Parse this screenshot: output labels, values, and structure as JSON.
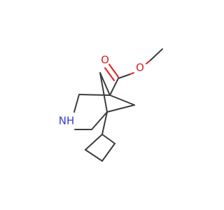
{
  "molecule": {
    "atoms": {
      "carbonyl_oxygen": {
        "label": "O",
        "color": "#e02020"
      },
      "ester_oxygen": {
        "label": "O",
        "color": "#e02020"
      },
      "ring_nitrogen": {
        "label": "NH",
        "color": "#3a3ad0"
      }
    },
    "bond_color": "#3c3c3c"
  }
}
